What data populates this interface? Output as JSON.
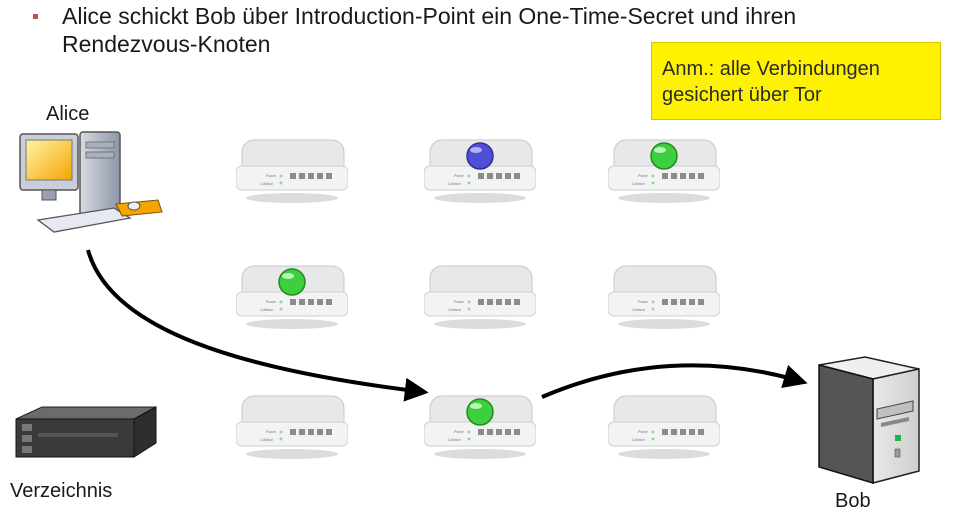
{
  "slide": {
    "bullet_text": "Alice schickt Bob über Introduction-Point ein One-Time-Secret und ihren Rendezvous-Knoten",
    "note": "Anm.: alle Verbindungen gesichert über Tor"
  },
  "labels": {
    "alice": "Alice",
    "directory": "Verzeichnis",
    "bob": "Bob"
  },
  "router_text": {
    "power": "Power",
    "collision": "Collision"
  },
  "routers": [
    {
      "id": "r1",
      "led": "none"
    },
    {
      "id": "r2",
      "led": "blue"
    },
    {
      "id": "r3",
      "led": "green"
    },
    {
      "id": "r4",
      "led": "green"
    },
    {
      "id": "r5",
      "led": "none"
    },
    {
      "id": "r6",
      "led": "none"
    },
    {
      "id": "r7",
      "led": "none"
    },
    {
      "id": "r8",
      "led": "green"
    },
    {
      "id": "r9",
      "led": "none"
    }
  ],
  "colors": {
    "note_bg": "#fff200",
    "bullet": "#c0504d",
    "led_blue": "#4f4fd6",
    "led_green": "#3ecf3e"
  }
}
